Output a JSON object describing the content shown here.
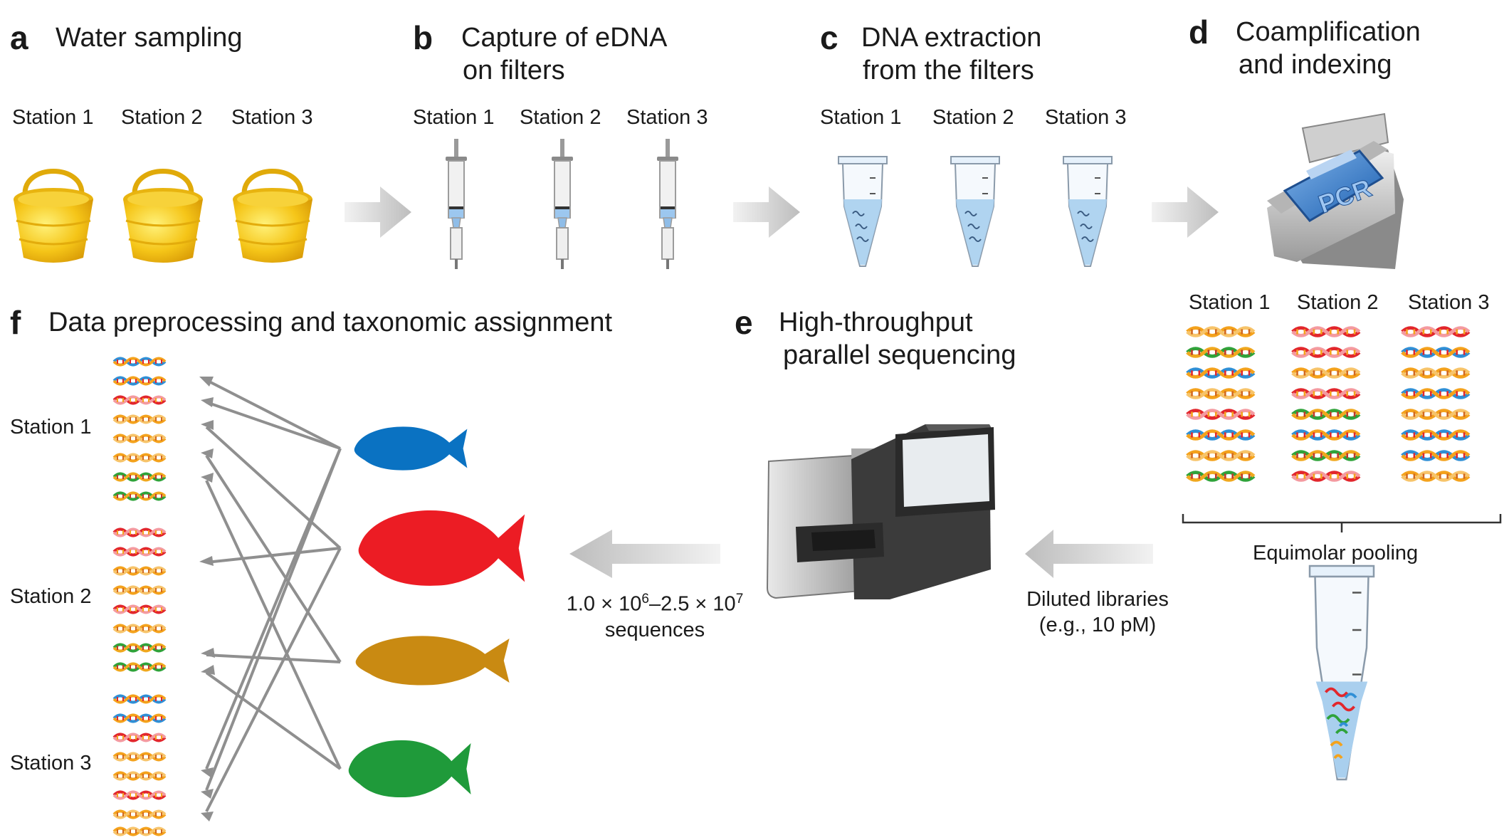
{
  "panels": {
    "a": {
      "letter": "a",
      "title": "Water sampling",
      "stations": [
        "Station 1",
        "Station 2",
        "Station 3"
      ]
    },
    "b": {
      "letter": "b",
      "title_line1": "Capture of eDNA",
      "title_line2": "on filters",
      "stations": [
        "Station 1",
        "Station 2",
        "Station 3"
      ]
    },
    "c": {
      "letter": "c",
      "title_line1": "DNA extraction",
      "title_line2": "from the filters",
      "stations": [
        "Station 1",
        "Station 2",
        "Station 3"
      ]
    },
    "d": {
      "letter": "d",
      "title_line1": "Coamplification",
      "title_line2": "and indexing",
      "pcr_label": "PCR",
      "stations": [
        "Station 1",
        "Station 2",
        "Station 3"
      ],
      "pooling_label": "Equimolar pooling"
    },
    "e": {
      "letter": "e",
      "title_line1": "High-throughput",
      "title_line2": "parallel sequencing",
      "input_line1": "Diluted libraries",
      "input_line2": "(e.g., 10 pM)",
      "output_prefix": "1.0 × 10",
      "output_exp1": "6",
      "output_mid": "–2.5 × 10",
      "output_exp2": "7",
      "output_line2": "sequences"
    },
    "f": {
      "letter": "f",
      "title": "Data preprocessing and taxonomic assignment",
      "stations": [
        "Station 1",
        "Station 2",
        "Station 3"
      ]
    }
  },
  "colors": {
    "bucket": "#f5c518",
    "arrow": "#c8c8c8",
    "liquid": "#a9cfee",
    "fish": [
      "#0a72c2",
      "#ec1c24",
      "#c98a12",
      "#1f9a3a"
    ],
    "dna": [
      "#f4a21c",
      "#35a535",
      "#2f8fd6",
      "#e2262c"
    ]
  }
}
